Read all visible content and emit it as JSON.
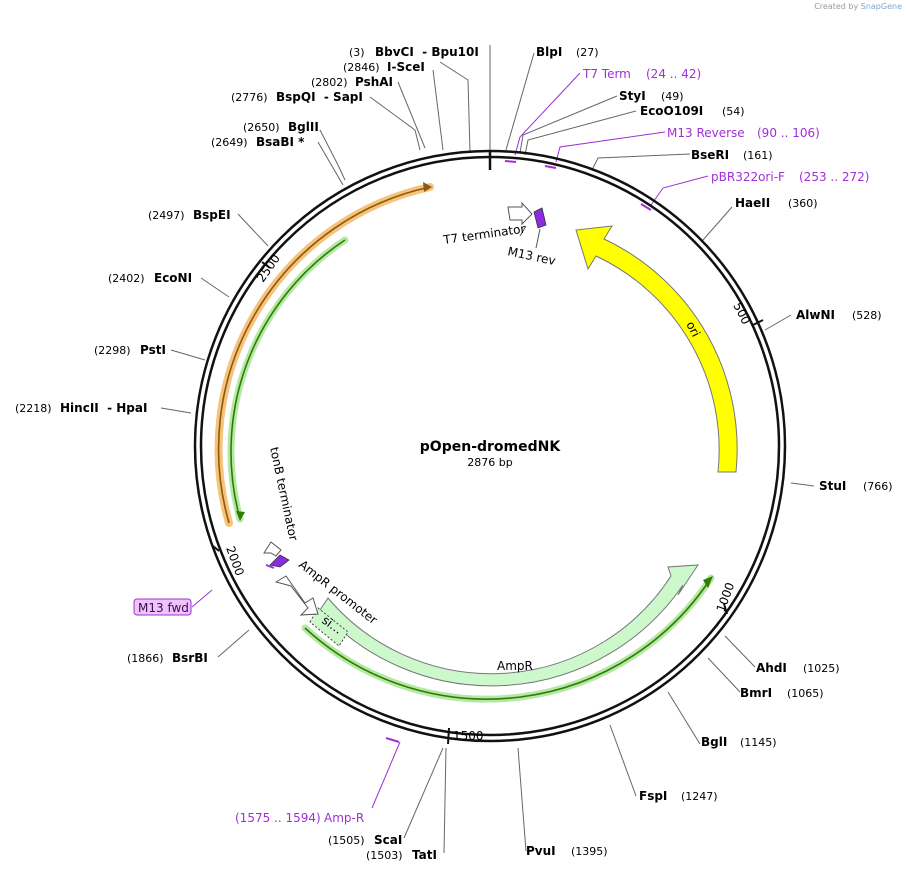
{
  "credit": {
    "prefix": "Created by",
    "brand": "SnapGene"
  },
  "plasmid": {
    "name": "pOpen-dromedNK",
    "length_label": "2876 bp"
  },
  "ticks": [
    "500",
    "1000",
    "1500",
    "2000",
    "2500"
  ],
  "features": {
    "ori": "ori",
    "ampr": "AmpR",
    "ampr_promoter": "AmpR promoter",
    "t7_terminator": "T7 terminator",
    "tonb_terminator": "tonB terminator",
    "m13_rev": "M13 rev",
    "sig": "si…"
  },
  "sites": [
    {
      "name": "BbvCI  - Bpu10I",
      "pos": "(3)"
    },
    {
      "name": "I-SceI",
      "pos": "(2846)"
    },
    {
      "name": "PshAI",
      "pos": "(2802)"
    },
    {
      "name": "BspQI  - SapI",
      "pos": "(2776)"
    },
    {
      "name": "BglII",
      "pos": "(2650)"
    },
    {
      "name": "BsaBI *",
      "pos": "(2649)"
    },
    {
      "name": "BspEI",
      "pos": "(2497)"
    },
    {
      "name": "EcoNI",
      "pos": "(2402)"
    },
    {
      "name": "PstI",
      "pos": "(2298)"
    },
    {
      "name": "HincII  - HpaI",
      "pos": "(2218)"
    },
    {
      "name": "BsrBI",
      "pos": "(1866)"
    },
    {
      "name": "ScaI",
      "pos": "(1505)"
    },
    {
      "name": "TatI",
      "pos": "(1503)"
    },
    {
      "name": "PvuI",
      "pos": "(1395)"
    },
    {
      "name": "FspI",
      "pos": "(1247)"
    },
    {
      "name": "BglI",
      "pos": "(1145)"
    },
    {
      "name": "BmrI",
      "pos": "(1065)"
    },
    {
      "name": "AhdI",
      "pos": "(1025)"
    },
    {
      "name": "StuI",
      "pos": "(766)"
    },
    {
      "name": "AlwNI",
      "pos": "(528)"
    },
    {
      "name": "HaeII",
      "pos": "(360)"
    },
    {
      "name": "BseRI",
      "pos": "(161)"
    },
    {
      "name": "EcoO109I",
      "pos": "(54)"
    },
    {
      "name": "StyI",
      "pos": "(49)"
    },
    {
      "name": "BlpI",
      "pos": "(27)"
    }
  ],
  "primers": [
    {
      "name": "T7 Term",
      "range": "(24 .. 42)"
    },
    {
      "name": "M13 Reverse",
      "range": "(90 .. 106)"
    },
    {
      "name": "pBR322ori-F",
      "range": "(253 .. 272)"
    },
    {
      "name": "Amp-R",
      "range": "(1575 .. 1594)"
    },
    {
      "name": "M13 fwd",
      "range": ""
    }
  ],
  "colors": {
    "backbone": "#111111",
    "ori_fill": "#ffff00",
    "ampr_fill": "#ccf8cc",
    "orange_highlight": "#f7c27a",
    "green_arrow": "#2e7d00",
    "primer": "#a12fd6",
    "feature_purple": "#8a2be2"
  }
}
